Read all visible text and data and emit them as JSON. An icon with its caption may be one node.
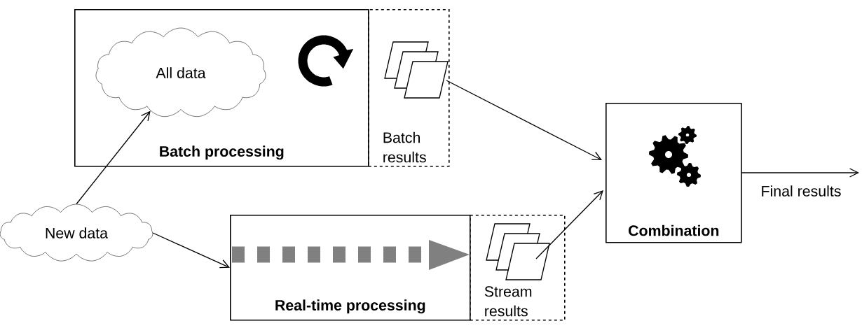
{
  "diagram": {
    "nodes": [
      {
        "text": [
          "Batch processing"
        ]
      },
      {
        "text": [
          "All data"
        ],
        "in": 0
      },
      {
        "text": [
          "Batch results"
        ]
      },
      {
        "text": [
          "New data"
        ]
      },
      {
        "text": [
          "Real-time processing"
        ]
      },
      {
        "text": [
          "Stream results"
        ]
      },
      {
        "text": [
          "Combination"
        ]
      }
    ],
    "edges": [
      {
        "from": 3,
        "to": 1,
        "arrow": "to"
      },
      {
        "from": 3,
        "to": 4,
        "arrow": "to"
      },
      {
        "from": 2,
        "to": 6,
        "arrow": "to"
      },
      {
        "from": 5,
        "to": 6,
        "arrow": "to"
      },
      {
        "from": 6,
        "to": null,
        "arrow": "to",
        "label": "Final results"
      }
    ]
  }
}
